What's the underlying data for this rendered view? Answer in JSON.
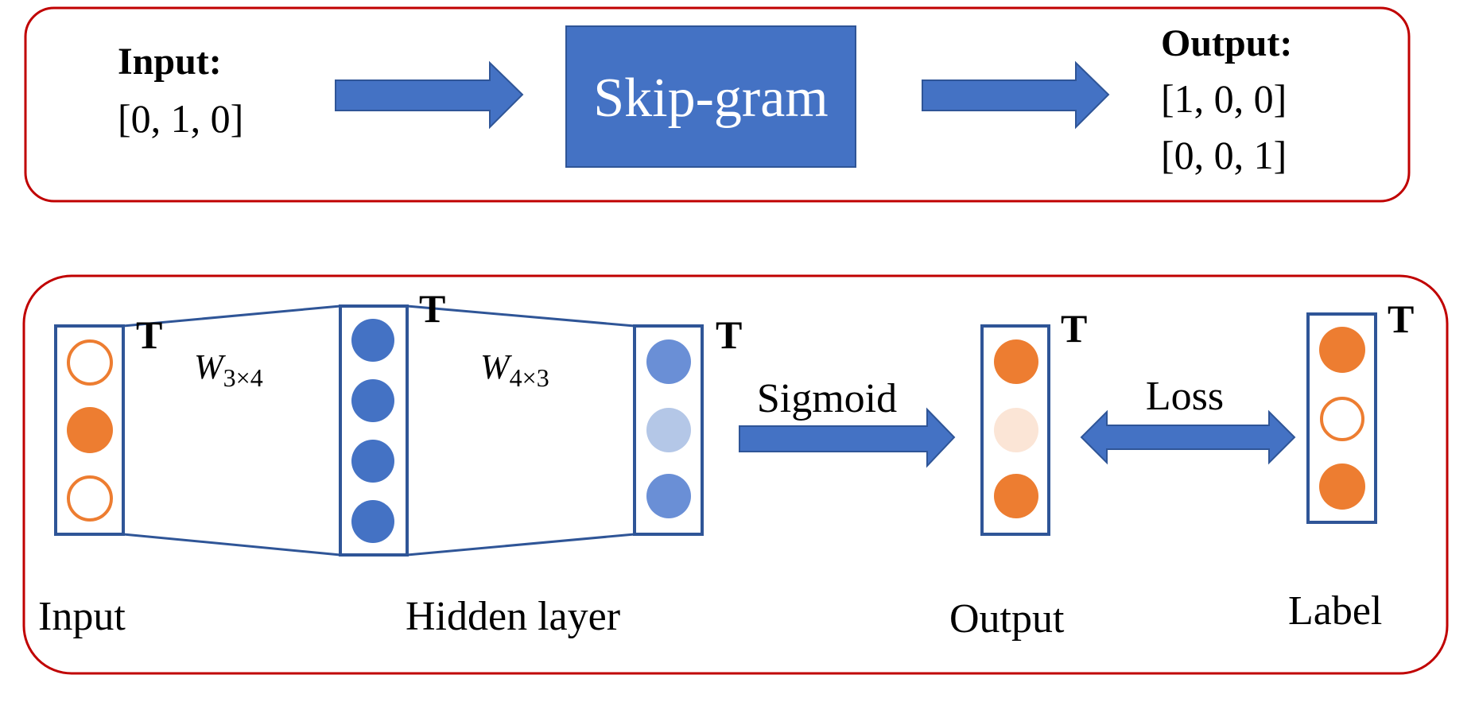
{
  "top_panel": {
    "input_title": "Input:",
    "input_vector": "[0, 1, 0]",
    "model_label": "Skip-gram",
    "output_title": "Output:",
    "output_vectors": [
      "[1, 0, 0]",
      "[0, 0, 1]"
    ]
  },
  "bottom_panel": {
    "transpose_mark": "T",
    "weight_labels": [
      {
        "base": "W",
        "subscript": "3×4"
      },
      {
        "base": "W",
        "subscript": "4×3"
      }
    ],
    "sigmoid_label": "Sigmoid",
    "loss_label": "Loss",
    "column_labels": {
      "input": "Input",
      "hidden": "Hidden layer",
      "output": "Output",
      "label": "Label"
    },
    "vectors": {
      "input": [
        "empty",
        "filled",
        "empty"
      ],
      "hidden": [
        "filled",
        "filled",
        "filled",
        "filled"
      ],
      "pre_activation": [
        "medium",
        "light",
        "medium"
      ],
      "output": [
        "filled",
        "pale",
        "filled"
      ],
      "label": [
        "filled",
        "empty",
        "filled"
      ]
    }
  },
  "colors": {
    "frame_red": "#c00000",
    "block_blue": "#4472c4",
    "box_border": "#2f5597",
    "orange": "#ed7d31",
    "orange_pale": "#fbe5d6",
    "blue_medium": "#6a8fd6",
    "blue_light": "#b4c7e7"
  }
}
